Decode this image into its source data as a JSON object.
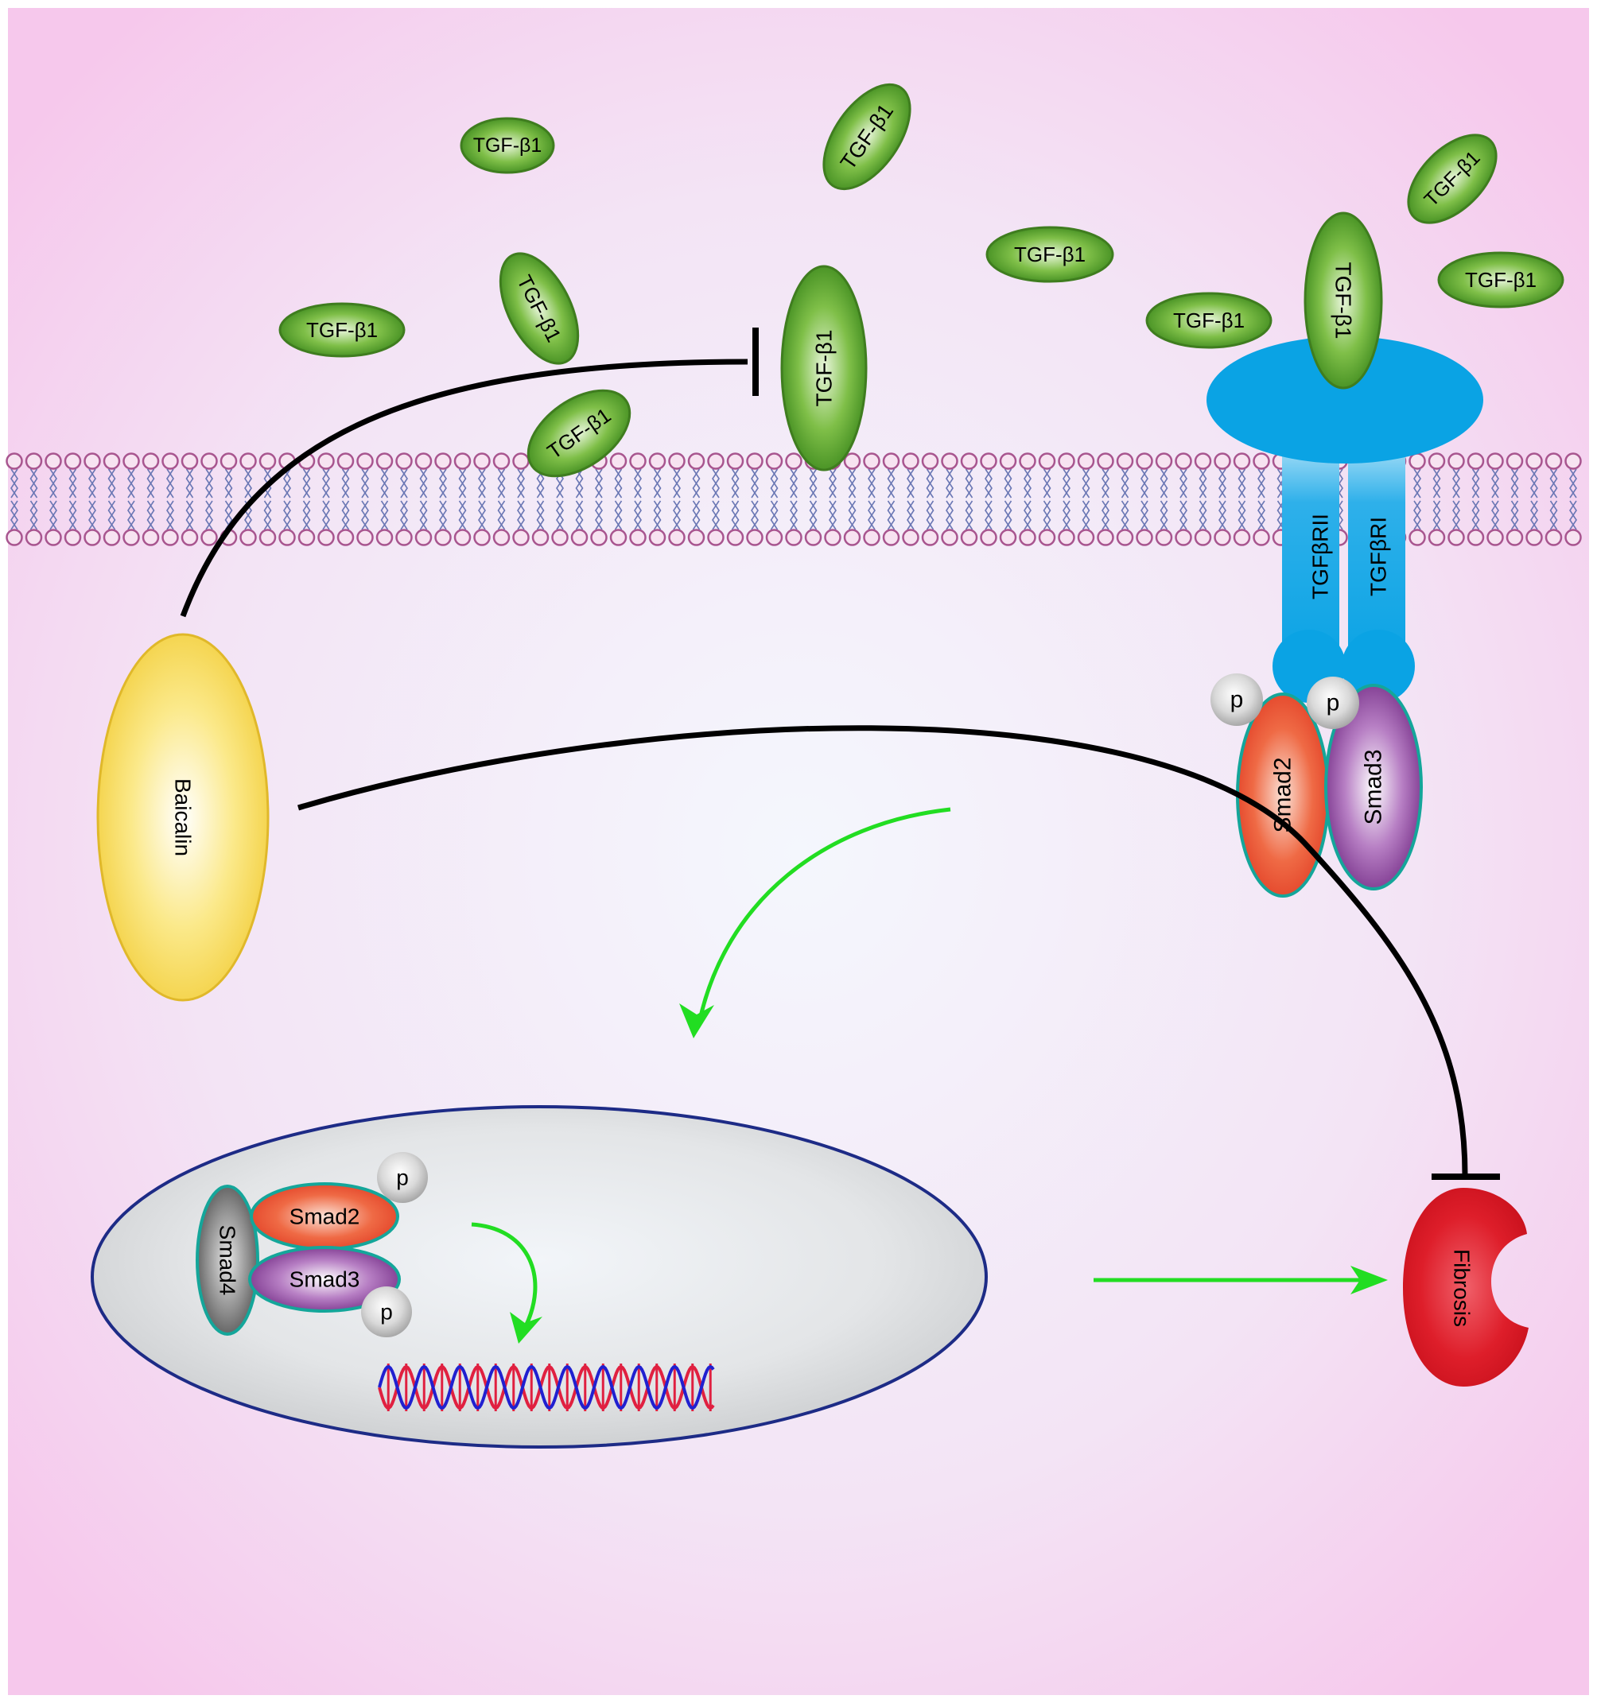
{
  "labels": {
    "tgf_ligand": "TGF-β1",
    "receptor_2": "TGFβRII",
    "receptor_1": "TGFβRI",
    "phospho": "p",
    "smad2": "Smad2",
    "smad3": "Smad3",
    "smad4": "Smad4",
    "baicalin": "Baicalin",
    "fibrosis": "Fibrosis"
  },
  "colors": {
    "background_center": "#f3f6fc",
    "background_edge": "#f6cdee",
    "ligand_green": "#5d9e2c",
    "receptor_blue": "#0aa3e4",
    "membrane_head": "#a8558f",
    "membrane_tail": "#6a77b4",
    "smad2_red": "#e8452a",
    "smad3_purple": "#7b2f8c",
    "smad4_grey": "#5f5f5f",
    "baicalin_yellow": "#f5d64a",
    "fibrosis_red": "#d81b25",
    "activation_arrow": "#22dd22",
    "inhibition_line": "#000000",
    "nucleus_outline": "#1d2b86",
    "dna_red": "#e02040",
    "dna_blue": "#2020d0"
  },
  "icons": {
    "activation": "green-arrow",
    "inhibition": "t-bar-inhibitor",
    "dna": "double-helix"
  }
}
